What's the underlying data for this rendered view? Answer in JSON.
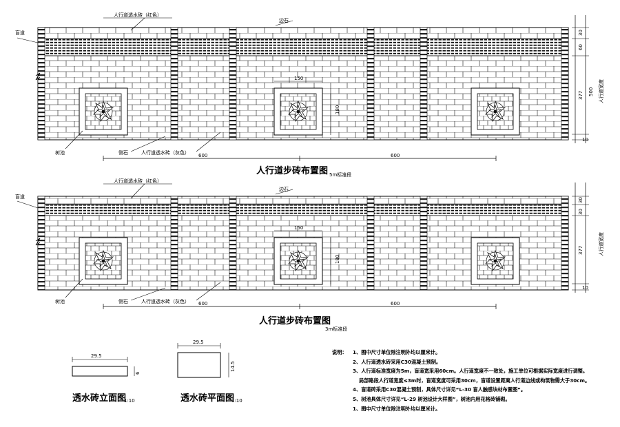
{
  "plan": {
    "title": "人行道步砖布置图",
    "top_subtitle": "5m标准段",
    "bottom_subtitle": "3m标准段",
    "label_red_brick": "人行道透水砖（红色）",
    "label_curb": "边石",
    "label_blind": "盲道",
    "label_tree_pit": "树池",
    "label_kerb": "侧石",
    "label_grey_brick": "人行道透水砖（灰色）",
    "label_width_vertical": "人行道宽度",
    "dim_600": "600",
    "dim_150": "150",
    "dim_30": "30",
    "dim_60": "60",
    "dim_377": "377",
    "dim_500": "500",
    "dim_10": "10",
    "dim_180": "180"
  },
  "details": {
    "elev_title": "透水砖立面图",
    "plan_title": "透水砖平面图",
    "scale": "1:10",
    "dim_29_5": "29.5",
    "dim_6": "6",
    "dim_14_5": "14.5"
  },
  "notes": {
    "heading": "说明：",
    "items": [
      "1、图中尺寸单位除注明外均以厘米计。",
      "2、人行道透水砖采用C30混凝土预制。",
      "3、人行道标准宽度为5m，盲道宽采用60cm。人行道宽度不一致处，施工单位可根据实际宽度进行调整。",
      "局部路段人行道宽度≤3m时，盲道宽度可采用30cm，盲道设置距离人行道边线或构筑物需大于30cm。",
      "4、盲道砖采用C30混凝土预制，具体尺寸详见“L-30 盲人触感块材布置图”。",
      "5、树池具体尺寸详见“L-29 树池设计大样图”，树池内用花格砖铺砌。",
      "1、图中尺寸单位除注明外均以厘米计。"
    ]
  }
}
